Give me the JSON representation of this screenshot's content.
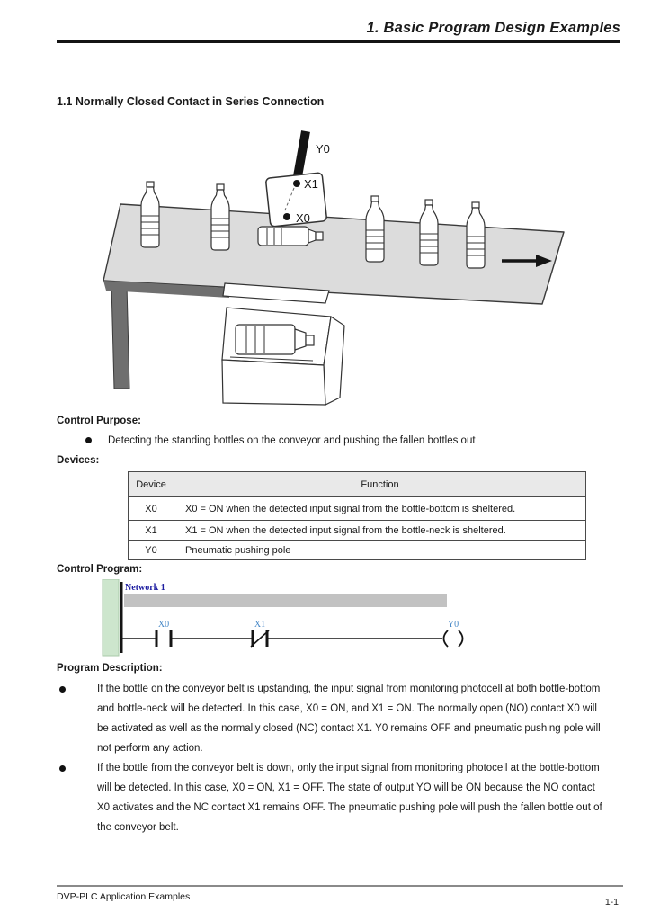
{
  "header": {
    "title": "1. Basic Program Design Examples"
  },
  "section": {
    "title": "1.1 Normally Closed Contact in Series Connection"
  },
  "illustration": {
    "pole_label": "Y0",
    "sensor_top_label": "X1",
    "sensor_bottom_label": "X0"
  },
  "control_purpose": {
    "label": "Control Purpose:",
    "bullet": "Detecting the standing bottles on the conveyor and pushing the fallen bottles out"
  },
  "devices": {
    "label": "Devices:",
    "headers": [
      "Device",
      "Function"
    ],
    "rows": [
      {
        "device": "X0",
        "function": "X0 = ON when the detected input signal from the bottle-bottom is sheltered."
      },
      {
        "device": "X1",
        "function": "X1 = ON when the detected input signal from the bottle-neck is sheltered."
      },
      {
        "device": "Y0",
        "function": "Pneumatic pushing pole"
      }
    ]
  },
  "control_program": {
    "label": "Control Program:",
    "network_label": "Network 1",
    "contact1": "X0",
    "contact2": "X1",
    "coil": "Y0"
  },
  "program_description": {
    "label": "Program Description:",
    "bullets": [
      "If the bottle on the conveyor belt is upstanding, the input signal from monitoring photocell at both bottle-bottom and bottle-neck will be detected. In this case, X0 = ON, and X1 = ON. The normally open (NO) contact X0 will be activated as well as the normally closed (NC) contact X1. Y0 remains OFF and pneumatic pushing pole will not perform any action.",
      "If the bottle from the conveyor belt is down, only the input signal from monitoring photocell at the bottle-bottom will be detected. In this case, X0 = ON, X1 = OFF. The state of output YO will be ON because the NO contact X0 activates and the NC contact X1 remains OFF. The pneumatic pushing pole will push the fallen bottle out of the conveyor belt."
    ]
  },
  "footer": {
    "left": "DVP-PLC Application Examples",
    "page": "1-1"
  },
  "colors": {
    "ladder_device_blue": "#4486c6",
    "network_label_navy": "#1c1ca0",
    "ladder_margin_green": "#cde6cd",
    "comment_bar_gray": "#c2c2c2",
    "belt_gray": "#dcdcdc",
    "table_header_gray": "#e9e9e9"
  }
}
